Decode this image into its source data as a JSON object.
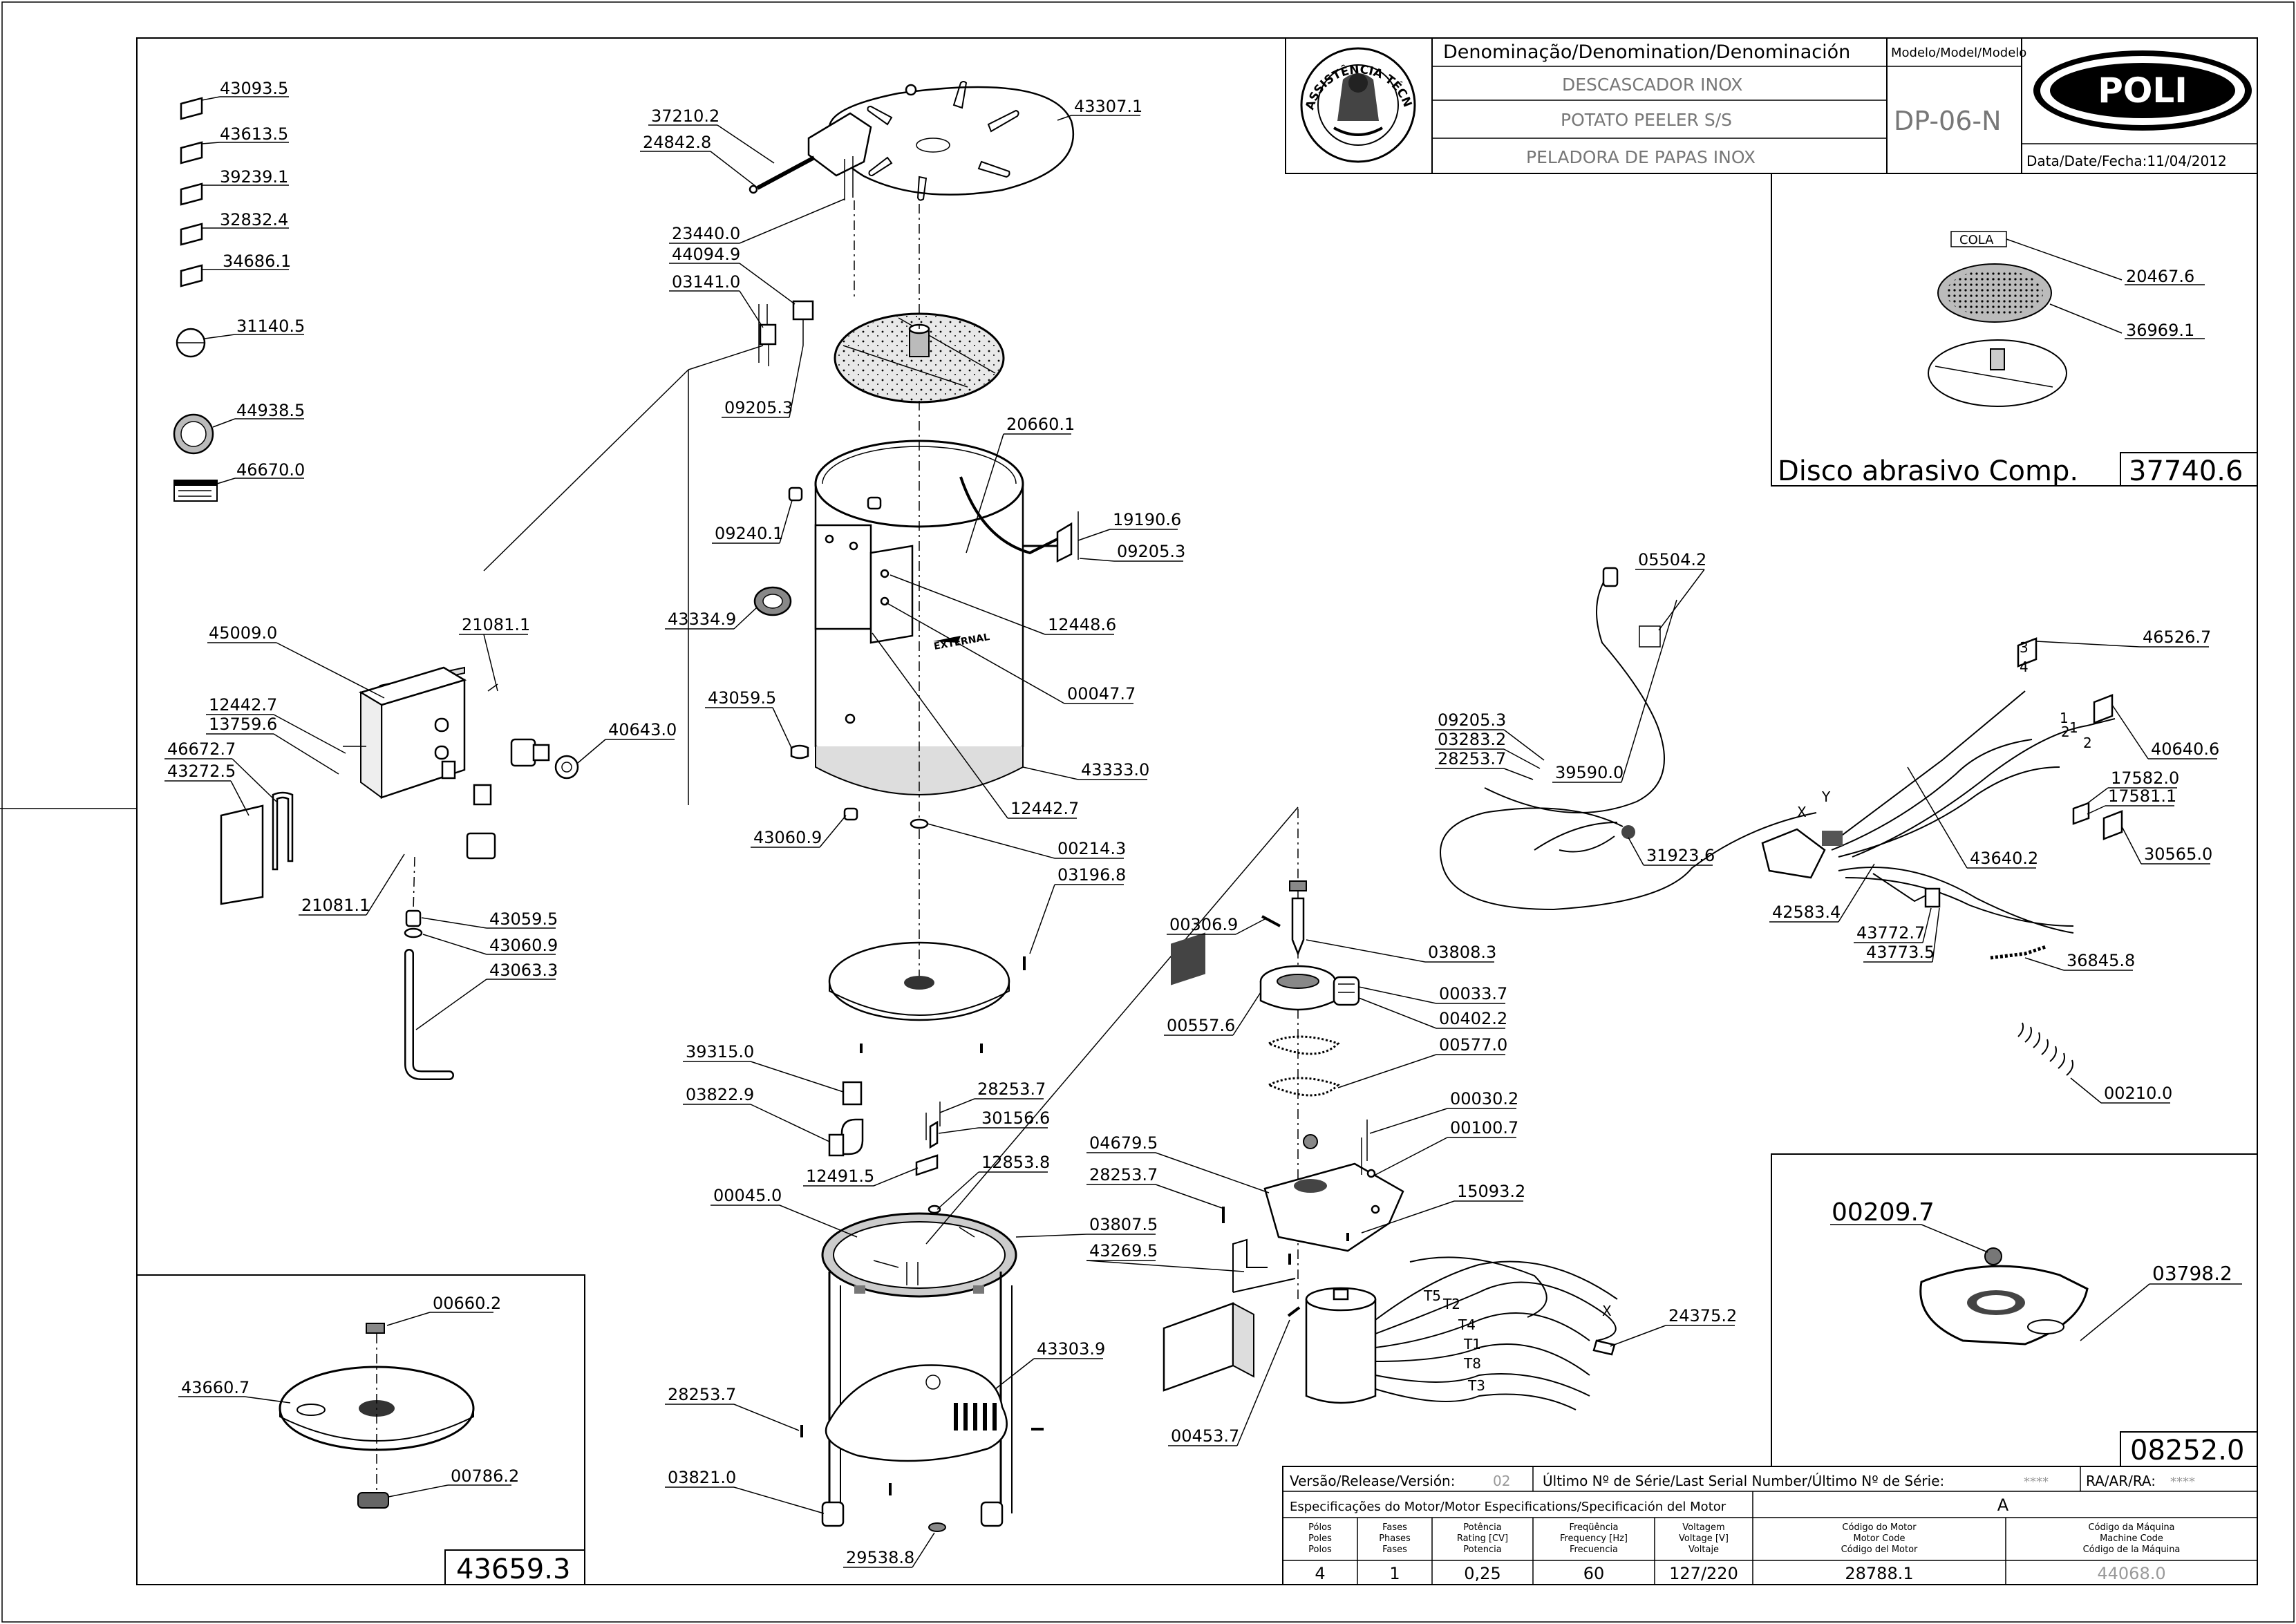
{
  "title_block": {
    "denomination_header": "Denominação/Denomination/Denominación",
    "name_pt": "DESCASCADOR INOX",
    "name_en": "POTATO PEELER S/S",
    "name_es": "PELADORA DE PAPAS INOX",
    "model_header": "Modelo/Model/Modelo",
    "model": "DP-06-N",
    "date_label": "Data/Date/Fecha:",
    "date": "11/04/2012",
    "brand": "POLI",
    "seal_text": "ASSISTÊNCIA TÉCNICA AUTORIZADA"
  },
  "insets": {
    "abrasive_disc": {
      "title": "Disco abrasivo Comp.",
      "code": "37740.6",
      "cola_label": "COLA",
      "parts": [
        "20467.6",
        "36969.1"
      ]
    },
    "upper_plate": {
      "code": "08252.0",
      "parts": [
        "00209.7",
        "03798.2"
      ]
    },
    "turntable": {
      "code": "43659.3",
      "parts": [
        "00660.2",
        "43660.7",
        "00786.2"
      ]
    }
  },
  "labels": {
    "decals": [
      "43093.5",
      "43613.5",
      "39239.1",
      "32832.4",
      "34686.1",
      "31140.5",
      "44938.5",
      "46670.0"
    ],
    "switch_box": [
      "45009.0",
      "21081.1",
      "12442.7",
      "13759.6",
      "46672.7",
      "43272.5",
      "40643.0",
      "21081.1",
      "43059.5",
      "43060.9",
      "43063.3"
    ],
    "lid": [
      "37210.2",
      "24842.8",
      "43307.1",
      "23440.0",
      "44094.9",
      "03141.0",
      "09205.3"
    ],
    "body": [
      "20660.1",
      "19190.6",
      "09205.3",
      "09240.1",
      "43334.9",
      "12448.6",
      "00047.7",
      "43059.5",
      "43333.0",
      "12442.7",
      "43060.9",
      "00214.3",
      "03196.8"
    ],
    "base": [
      "39315.0",
      "03822.9",
      "28253.7",
      "30156.6",
      "12491.5",
      "12853.8",
      "00045.0",
      "03807.5",
      "43269.5",
      "43303.9",
      "28253.7",
      "03821.0",
      "29538.8"
    ],
    "drive": [
      "00306.9",
      "03808.3",
      "00033.7",
      "00402.2",
      "00557.6",
      "00577.0",
      "00030.2",
      "00100.7",
      "04679.5",
      "28253.7",
      "15093.2",
      "00453.7",
      "24375.2"
    ],
    "motor_wires": [
      "T5",
      "T2",
      "T4",
      "T1",
      "T8",
      "T3",
      "X"
    ],
    "harness": [
      "05504.2",
      "09205.3",
      "03283.2",
      "28253.7",
      "39590.0",
      "31923.6",
      "46526.7",
      "40640.6",
      "17582.0",
      "17581.1",
      "30565.0",
      "43640.2",
      "42583.4",
      "43772.7",
      "43773.5",
      "36845.8",
      "00210.0"
    ],
    "harness_marks": [
      "3",
      "4",
      "1",
      "2",
      "2",
      "1",
      "X",
      "Y"
    ]
  },
  "footer": {
    "version_label": "Versão/Release/Versión:",
    "version": "02",
    "serial_label": "Último Nº de Série/Last Serial Number/Último Nº de Série:",
    "serial": "****",
    "ra_label": "RA/AR/RA:",
    "ra": "****",
    "motor_spec_label": "Especificações do Motor/Motor Especifications/Specificación del Motor",
    "motor_spec_letter": "A",
    "columns": [
      [
        "Pólos",
        "Poles",
        "Polos"
      ],
      [
        "Fases",
        "Phases",
        "Fases"
      ],
      [
        "Potência",
        "Rating [CV]",
        "Potencia"
      ],
      [
        "Freqüência",
        "Frequency [Hz]",
        "Frecuencia"
      ],
      [
        "Voltagem",
        "Voltage [V]",
        "Voltaje"
      ],
      [
        "Código do Motor",
        "Motor Code",
        "Código del Motor"
      ],
      [
        "Código da Máquina",
        "Machine Code",
        "Código de la Máquina"
      ]
    ],
    "values": [
      "4",
      "1",
      "0,25",
      "60",
      "127/220",
      "28788.1",
      "44068.0"
    ]
  },
  "colors": {
    "line": "#000000",
    "paper": "#ffffff",
    "muted": "#777777"
  }
}
